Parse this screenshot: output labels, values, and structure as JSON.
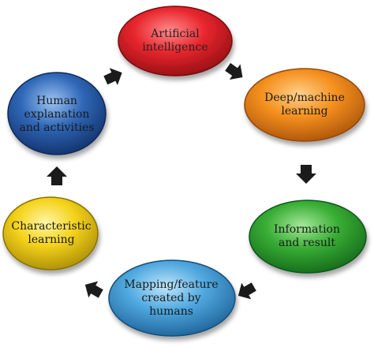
{
  "nodes": {
    "ai": {
      "label": "Artificial\nintelligence",
      "color": "#e0262e"
    },
    "dml": {
      "label": "Deep/machine\nlearning",
      "color": "#f28a1e"
    },
    "info": {
      "label": "Information\nand result",
      "color": "#33a535"
    },
    "map": {
      "label": "Mapping/feature\ncreated by\nhumans",
      "color": "#4aa3dc"
    },
    "char": {
      "label": "Characteristic\nlearning",
      "color": "#f4d21a"
    },
    "human": {
      "label": "Human\nexplanation\nand activities",
      "color": "#2f63b3"
    }
  },
  "arrow_color": "#1b1b1b"
}
